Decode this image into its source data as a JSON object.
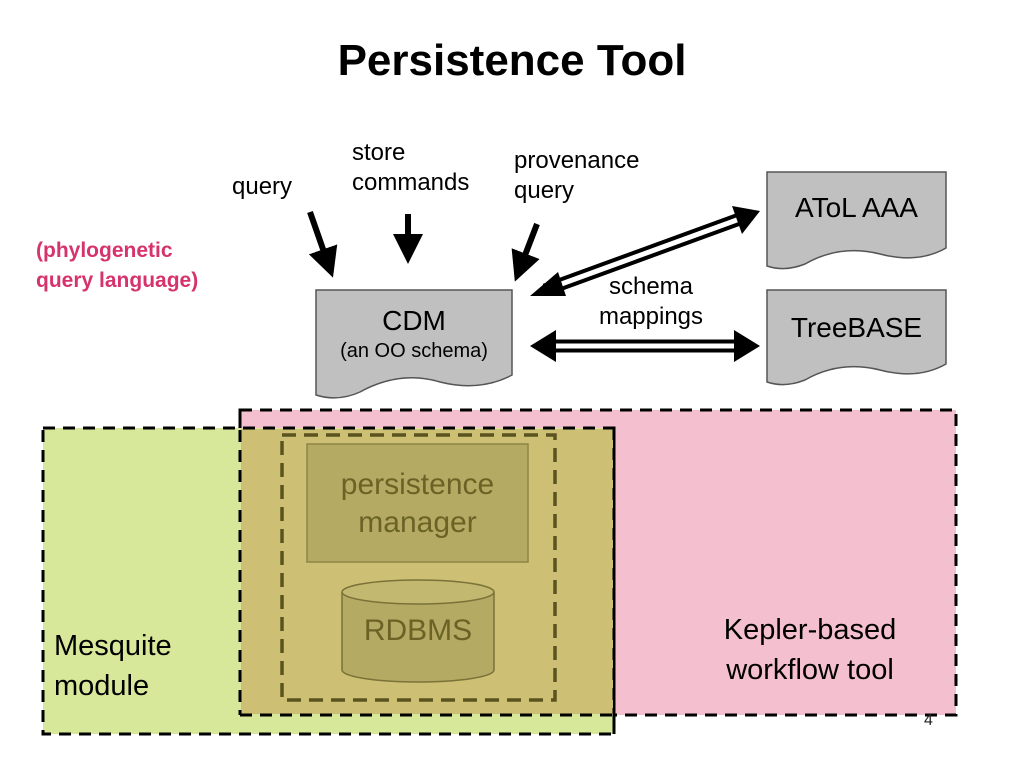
{
  "title": "Persistence Tool",
  "labels": {
    "query": "query",
    "store_line1": "store",
    "store_line2": "commands",
    "provenance_line1": "provenance",
    "provenance_line2": "query",
    "phylo_line1": "(phylogenetic",
    "phylo_line2": "query language)",
    "schema_line1": "schema",
    "schema_line2": "mappings"
  },
  "nodes": {
    "cdm_title": "CDM",
    "cdm_sub": "(an OO schema)",
    "atol": "AToL AAA",
    "treebase": "TreeBASE",
    "persistence_line1": "persistence",
    "persistence_line2": "manager",
    "rdbms": "RDBMS"
  },
  "regions": {
    "mesquite_line1": "Mesquite",
    "mesquite_line2": "module",
    "kepler_line1": "Kepler-based",
    "kepler_line2": "workflow tool"
  },
  "colors": {
    "doc_fill": "#c0c0c0",
    "kepler_fill": "#f4c0d0",
    "mesquite_fill": "#d7e89a",
    "overlap_fill": "#cdbf73",
    "olive_box": "#b5aa63",
    "olive_text": "#6b6326",
    "phylo_text": "#d6336c"
  },
  "page_number": "4"
}
